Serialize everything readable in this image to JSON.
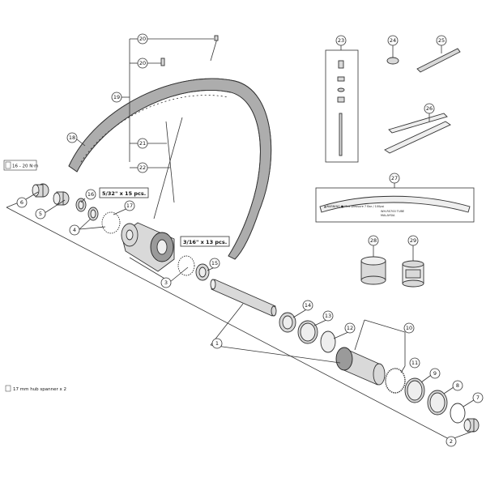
{
  "callouts": {
    "c1": "1",
    "c2": "2",
    "c3": "3",
    "c4": "4",
    "c5": "5",
    "c6": "6",
    "c7": "7",
    "c8": "8",
    "c9": "9",
    "c10": "10",
    "c11": "11",
    "c12": "12",
    "c13": "13",
    "c14": "14",
    "c15": "15",
    "c16": "16",
    "c17": "17",
    "c18": "18",
    "c19": "19",
    "c20a": "20",
    "c20b": "20",
    "c21": "21",
    "c22": "22",
    "c23": "23",
    "c24": "24",
    "c25": "25",
    "c26": "26",
    "c27": "27",
    "c28": "28",
    "c29": "29"
  },
  "notes": {
    "torque": "16 - 20 N·m",
    "spoke_balls_small": "5/32\" x 15 pcs.",
    "spoke_balls_large": "3/16\" x 13 pcs.",
    "spanner": "17 mm hub spanner x 2"
  },
  "tape_text": {
    "warning": "▲WARNING  ■ Max pressure 7 Bar / 100psi",
    "code1": "WH-RS700 TUBE",
    "code2": "MALAYSIA"
  }
}
